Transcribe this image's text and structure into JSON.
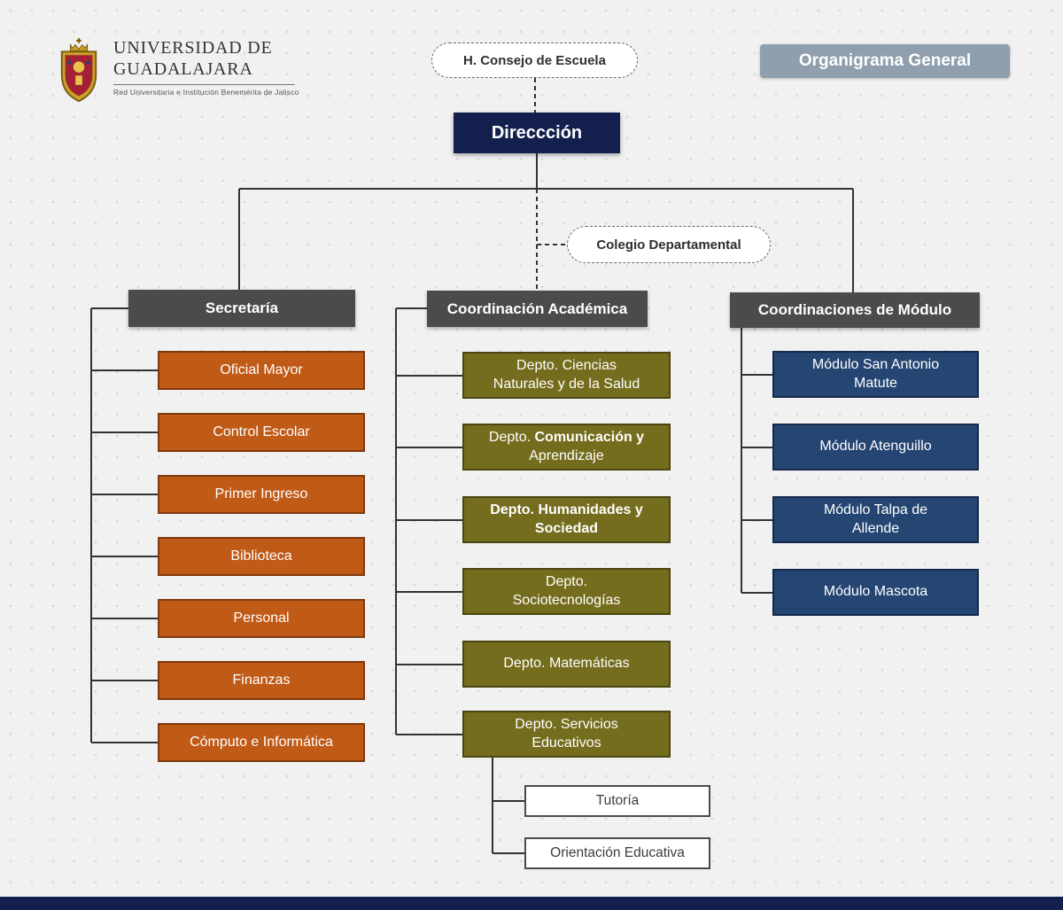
{
  "header": {
    "logo": {
      "line1": "UNIVERSIDAD DE",
      "line2": "GUADALAJARA",
      "tagline": "Red Universitaria e Institución Benemérita de Jalisco"
    },
    "banner": "Organigrama General"
  },
  "org": {
    "consejo": "H. Consejo de Escuela",
    "direccion": "Direccción",
    "colegio": "Colegio Departamental",
    "secretaria": {
      "header": "Secretaría",
      "items": [
        "Oficial Mayor",
        "Control Escolar",
        "Primer Ingreso",
        "Biblioteca",
        "Personal",
        "Finanzas",
        "Cómputo e Informática"
      ]
    },
    "academica": {
      "header": "Coordinación Académica",
      "items": [
        {
          "text": "Depto. Ciencias\nNaturales y de la Salud"
        },
        {
          "prefix": "Depto. ",
          "bold": "Comunicación y",
          "rest": "Aprendizaje"
        },
        {
          "text": "Depto. Humanidades y\nSociedad"
        },
        {
          "text": "Depto.\nSociotecnologías"
        },
        {
          "text": "Depto. Matemáticas"
        },
        {
          "text": "Depto. Servicios\nEducativos"
        }
      ],
      "servicios_children": [
        "Tutoría",
        "Orientación Educativa"
      ]
    },
    "modulos": {
      "header": "Coordinaciones de Módulo",
      "items": [
        "Módulo San Antonio\nMatute",
        "Módulo Atenguillo",
        "Módulo Talpa de\nAllende",
        "Módulo Mascota"
      ]
    }
  },
  "colors": {
    "bg": "#f1f1f1",
    "dot": "#d8d8d8",
    "navy": "#13204e",
    "header_gray": "#4b4b4b",
    "orange": "#c05a17",
    "orange_border": "#7e3a0e",
    "olive": "#756d1e",
    "olive_border": "#4a4512",
    "module_navy": "#254573",
    "module_navy_border": "#16294a",
    "banner_gray": "#8f9fae",
    "line": "#333333"
  }
}
